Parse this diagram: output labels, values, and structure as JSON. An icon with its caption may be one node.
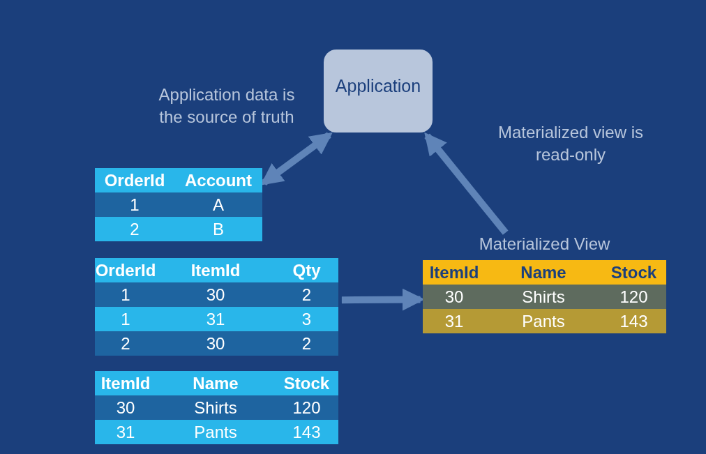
{
  "diagram": {
    "nodes": [
      {
        "text": [
          "Application"
        ]
      },
      {
        "text": [
          "OrderId",
          "Account",
          "1",
          "A",
          "2",
          "B"
        ]
      },
      {
        "text": [
          "OrderId",
          "ItemId",
          "Qty",
          "1",
          "30",
          "2",
          "1",
          "31",
          "3",
          "2",
          "30",
          "2"
        ]
      },
      {
        "text": [
          "ItemId",
          "Name",
          "Stock",
          "30",
          "Shirts",
          "120",
          "31",
          "Pants",
          "143"
        ]
      },
      {
        "text": [
          "Materialized View",
          "ItemId",
          "Name",
          "Stock",
          "30",
          "Shirts",
          "120",
          "31",
          "Pants",
          "143"
        ]
      }
    ],
    "edges": [
      {
        "from": 1,
        "to": 0,
        "arrow": "both"
      },
      {
        "from": 2,
        "to": 4,
        "arrow": "to"
      },
      {
        "from": 4,
        "to": 0,
        "arrow": "to"
      }
    ],
    "labels": [
      "Application data is the source of truth",
      "Materialized view is read-only"
    ]
  }
}
